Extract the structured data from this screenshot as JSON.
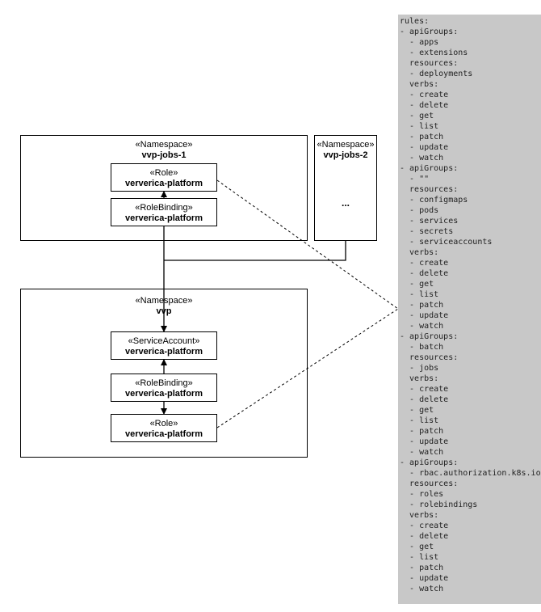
{
  "namespaces": {
    "jobs1": {
      "stereotype": "«Namespace»",
      "name": "vvp-jobs-1"
    },
    "jobs2": {
      "stereotype": "«Namespace»",
      "name": "vvp-jobs-2",
      "ellipsis": "..."
    },
    "vvp": {
      "stereotype": "«Namespace»",
      "name": "vvp"
    }
  },
  "boxes": {
    "jobs1_role": {
      "stereotype": "«Role»",
      "name": "ververica-platform"
    },
    "jobs1_rolebinding": {
      "stereotype": "«RoleBinding»",
      "name": "ververica-platform"
    },
    "vvp_sa": {
      "stereotype": "«ServiceAccount»",
      "name": "ververica-platform"
    },
    "vvp_rolebinding": {
      "stereotype": "«RoleBinding»",
      "name": "ververica-platform"
    },
    "vvp_role": {
      "stereotype": "«Role»",
      "name": "ververica-platform"
    }
  },
  "rules_yaml": [
    "rules:",
    "- apiGroups:",
    "  - apps",
    "  - extensions",
    "  resources:",
    "  - deployments",
    "  verbs:",
    "  - create",
    "  - delete",
    "  - get",
    "  - list",
    "  - patch",
    "  - update",
    "  - watch",
    "- apiGroups:",
    "  - \"\"",
    "  resources:",
    "  - configmaps",
    "  - pods",
    "  - services",
    "  - secrets",
    "  - serviceaccounts",
    "  verbs:",
    "  - create",
    "  - delete",
    "  - get",
    "  - list",
    "  - patch",
    "  - update",
    "  - watch",
    "- apiGroups:",
    "  - batch",
    "  resources:",
    "  - jobs",
    "  verbs:",
    "  - create",
    "  - delete",
    "  - get",
    "  - list",
    "  - patch",
    "  - update",
    "  - watch",
    "- apiGroups:",
    "  - rbac.authorization.k8s.io",
    "  resources:",
    "  - roles",
    "  - rolebindings",
    "  verbs:",
    "  - create",
    "  - delete",
    "  - get",
    "  - list",
    "  - patch",
    "  - update",
    "  - watch"
  ]
}
